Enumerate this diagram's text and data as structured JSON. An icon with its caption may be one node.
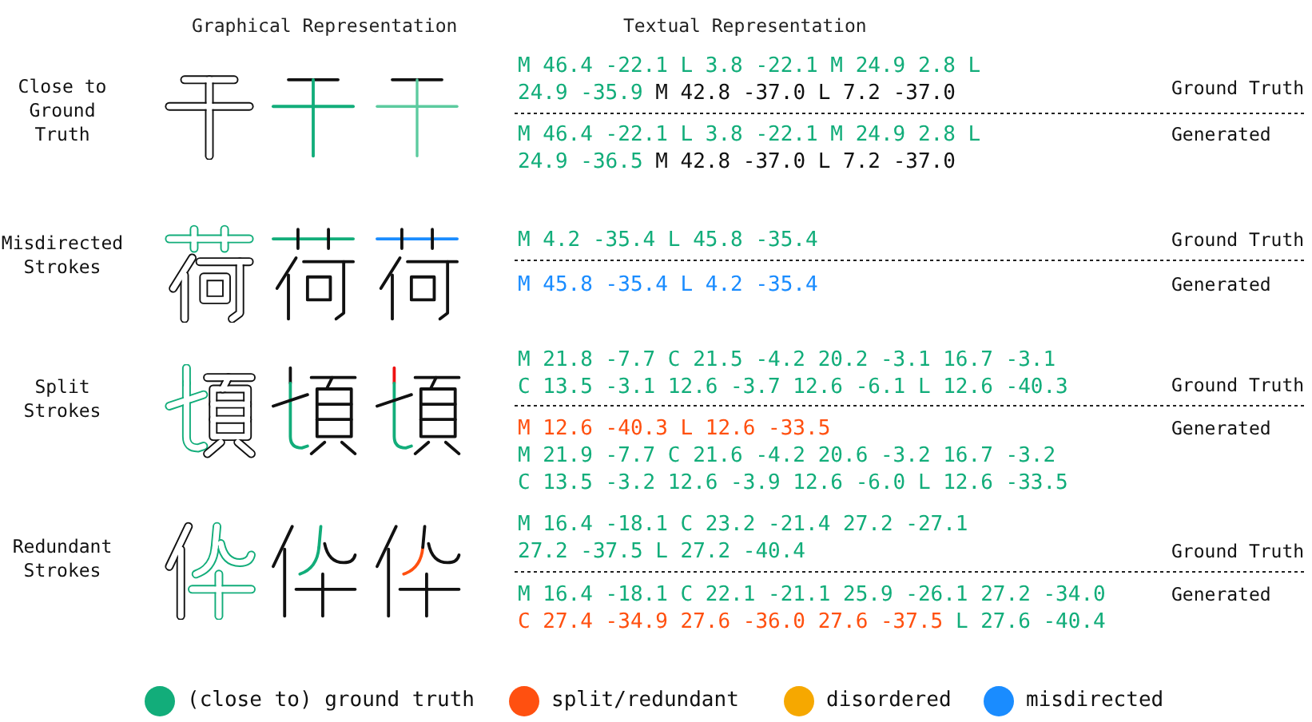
{
  "diagram": {
    "labels": [
      "Graphical Representation",
      "Textual Representation",
      "Close to Ground Truth",
      "M 46.4 -22.1 L 3.8 -22.1 M 24.9 2.8 L 24.9 -35.9",
      "M 42.8 -37.0 L 7.2 -37.0",
      "Ground Truth",
      "M 46.4 -22.1 L 3.8 -22.1 M 24.9 2.8 L 24.9 -36.5",
      "M 42.8 -37.0 L 7.2 -37.0",
      "Generated",
      "Misdirected Strokes",
      "M 4.2 -35.4 L 45.8 -35.4",
      "Ground Truth",
      "M 45.8 -35.4 L 4.2 -35.4",
      "Generated",
      "Split Strokes",
      "M 21.8 -7.7 C 21.5 -4.2 20.2 -3.1 16.7 -3.1 C 13.5 -3.1 12.6 -3.7 12.6 -6.1 L 12.6 -40.3",
      "Ground Truth",
      "M 12.6 -40.3 L 12.6 -33.5",
      "M 21.9 -7.7 C 21.6 -4.2 20.6 -3.2 16.7 -3.2 C 13.5 -3.2 12.6 -3.9 12.6 -6.0 L 12.6 -33.5",
      "Generated",
      "Redundant Strokes",
      "M 16.4 -18.1 C 23.2 -21.4 27.2 -27.1 27.2 -37.5 L 27.2 -40.4",
      "Ground Truth",
      "M 16.4 -18.1 C 22.1 -21.1 25.9 -26.1 27.2 -34.0",
      "C 27.4 -34.9 27.6 -36.0 27.6 -37.5",
      "L 27.6 -40.4",
      "Generated"
    ],
    "legend": [
      {
        "text": "(close to) ground truth",
        "color": "#12ad7a"
      },
      {
        "text": "split/redundant",
        "color": "#ff5010"
      },
      {
        "text": "disordered",
        "color": "#f6a800"
      },
      {
        "text": "misdirected",
        "color": "#1a8cff"
      }
    ]
  }
}
